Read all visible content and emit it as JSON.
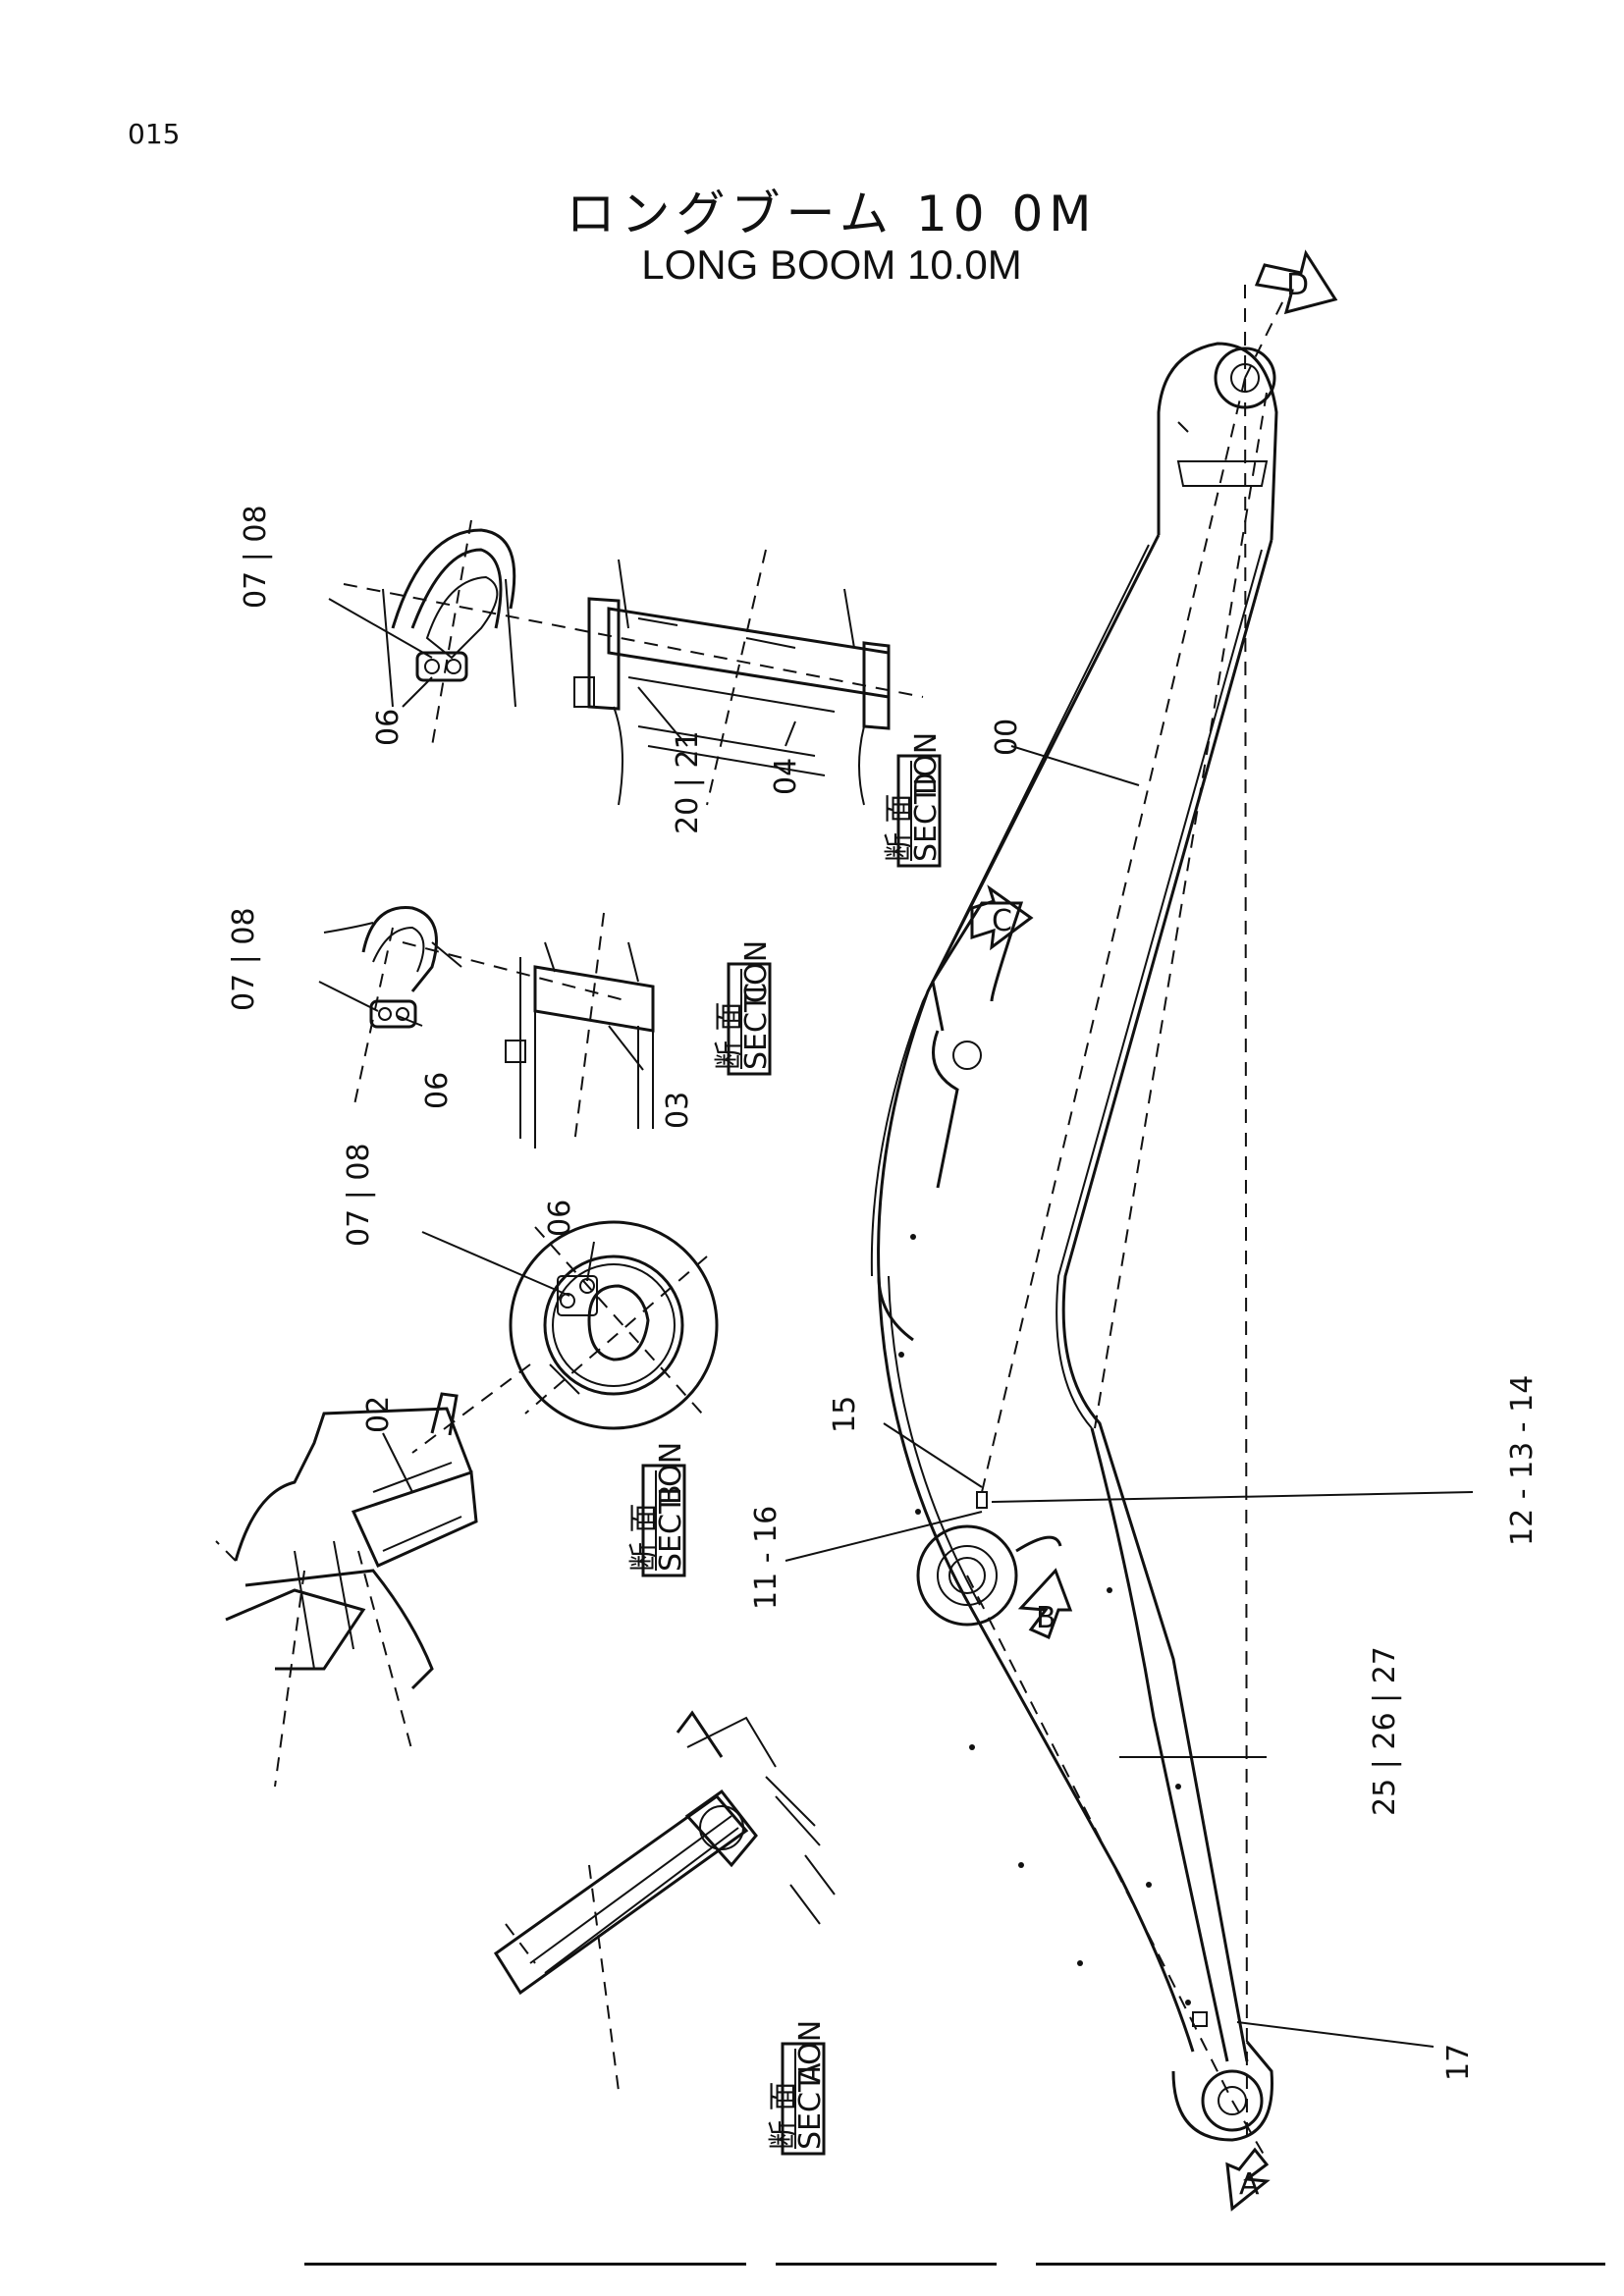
{
  "page_number": "015",
  "title_jp": "ロングブーム 10 0M",
  "title_en": "LONG BOOM 10.0M",
  "arrow_labels": [
    "A",
    "B",
    "C",
    "D"
  ],
  "section_word": "SECTION",
  "section_kanji": "断 面",
  "sections": [
    {
      "letter": "A"
    },
    {
      "letter": "B"
    },
    {
      "letter": "C"
    },
    {
      "letter": "D"
    }
  ],
  "part_labels": {
    "p00": "00",
    "p02": "02",
    "p03": "03",
    "p04": "04",
    "p06_b": "06",
    "p06_c": "06",
    "p06_d": "06",
    "p07_08_b": "07 | 08",
    "p07_08_c": "07 | 08",
    "p07_08_d": "07 | 08",
    "p20_21": "20 | 21",
    "p15": "15",
    "p11_16": "11 - 16",
    "p12_13_14": "12 - 13 - 14",
    "p25_26_27": "25 | 26 | 27",
    "p17": "17"
  }
}
